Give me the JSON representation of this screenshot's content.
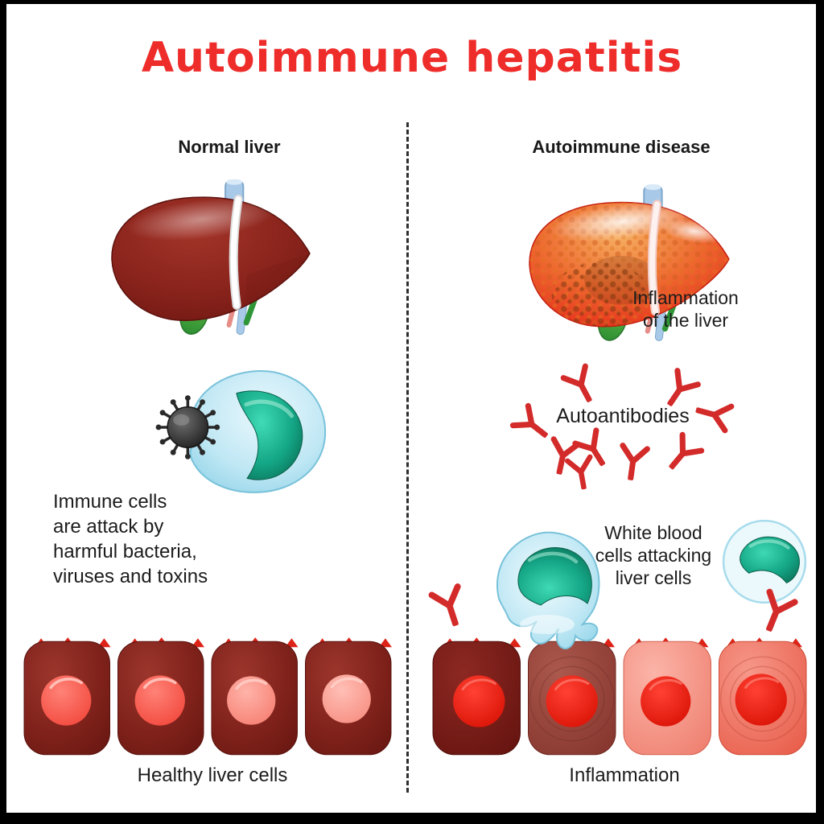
{
  "title": "Autoimmune hepatitis",
  "title_color": "#ee2d2b",
  "left_panel": {
    "header": "Normal liver",
    "description": "Immune cells\nare attack by\nharmful bacteria,\nviruses and toxins",
    "caption": "Healthy liver cells"
  },
  "right_panel": {
    "header": "Autoimmune disease",
    "liver_label": "Inflammation\nof the liver",
    "antibodies_label": "Autoantibodies",
    "wbc_label": "White blood\ncells attacking\nliver cells",
    "caption": "Inflammation"
  },
  "illustrations": {
    "healthy_liver": {
      "icon": "healthy-liver-icon",
      "color": "#7e1d17",
      "gallbladder_color": "#3aa845",
      "vessel_color": "#a9c9e8"
    },
    "inflamed_liver": {
      "icon": "inflamed-liver-icon",
      "color": "#e8301c",
      "mottle_color": "#cf5d20"
    },
    "white_blood_cell": {
      "icon": "white-blood-cell-icon",
      "body_color": "#bfe6f2",
      "nucleus_color": "#11907c"
    },
    "virus": {
      "icon": "virus-icon",
      "color": "#2e2e2e"
    },
    "antibody": {
      "icon": "antibody-icon",
      "color": "#d32a2a",
      "count_scattered": 9,
      "count_attached": 2
    },
    "healthy_liver_cells": {
      "icon": "liver-cell-icon",
      "count": 4,
      "body_color": "#7a221c",
      "nucleus_colors": [
        "#f85a50",
        "#f85a50",
        "#f9948a",
        "#f9a29a"
      ]
    },
    "inflamed_liver_cells": {
      "icon": "liver-cell-icon",
      "count": 4,
      "body_colors": [
        "#6f1712",
        "#96443b",
        "#f4988c",
        "#ec6c59"
      ],
      "nucleus_color": "#e81a0e"
    },
    "divider": {
      "style": "dashed",
      "color": "#2e2e2e"
    }
  }
}
